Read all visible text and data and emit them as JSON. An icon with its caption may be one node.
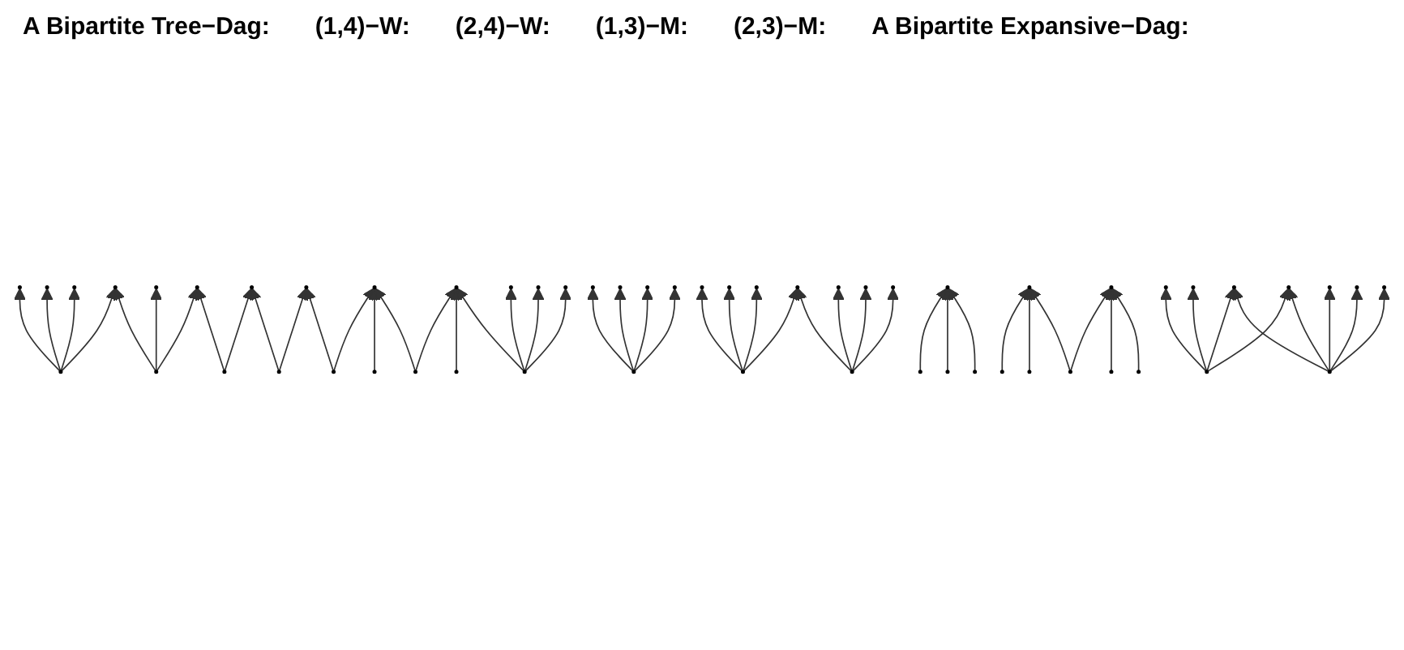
{
  "diagram": {
    "nodes": [
      {
        "text": [],
        "shape": "circle"
      },
      {
        "text": [],
        "shape": "circle"
      },
      {
        "text": [],
        "shape": "circle"
      },
      {
        "text": [],
        "shape": "circle"
      },
      {
        "text": [],
        "shape": "circle"
      },
      {
        "text": [],
        "shape": "circle"
      },
      {
        "text": [],
        "shape": "circle"
      },
      {
        "text": [],
        "shape": "circle"
      },
      {
        "text": [],
        "shape": "circle"
      },
      {
        "text": [],
        "shape": "circle"
      },
      {
        "text": [],
        "shape": "circle"
      },
      {
        "text": [],
        "shape": "circle"
      },
      {
        "text": [],
        "shape": "circle"
      },
      {
        "text": [],
        "shape": "circle"
      },
      {
        "text": [],
        "shape": "circle"
      },
      {
        "text": [],
        "shape": "circle"
      },
      {
        "text": [],
        "shape": "circle"
      },
      {
        "text": [],
        "shape": "circle"
      },
      {
        "text": [],
        "shape": "circle"
      },
      {
        "text": [],
        "shape": "circle"
      },
      {
        "text": [],
        "shape": "circle"
      },
      {
        "text": [],
        "shape": "circle"
      },
      {
        "text": [],
        "shape": "circle"
      },
      {
        "text": [],
        "shape": "circle"
      },
      {
        "text": [],
        "shape": "circle"
      },
      {
        "text": [],
        "shape": "circle"
      },
      {
        "text": [],
        "shape": "circle"
      },
      {
        "text": [],
        "shape": "circle"
      },
      {
        "text": [],
        "shape": "circle"
      },
      {
        "text": [],
        "shape": "circle"
      },
      {
        "text": [],
        "shape": "circle"
      },
      {
        "text": [],
        "shape": "circle"
      },
      {
        "text": [],
        "shape": "circle"
      },
      {
        "text": [],
        "shape": "circle"
      },
      {
        "text": [],
        "shape": "circle"
      },
      {
        "text": [],
        "shape": "circle"
      },
      {
        "text": [],
        "shape": "circle"
      },
      {
        "text": [],
        "shape": "circle"
      },
      {
        "text": [],
        "shape": "circle"
      },
      {
        "text": [],
        "shape": "circle"
      },
      {
        "text": [],
        "shape": "circle"
      },
      {
        "text": [],
        "shape": "circle"
      },
      {
        "text": [],
        "shape": "circle"
      },
      {
        "text": [],
        "shape": "circle"
      },
      {
        "text": [],
        "shape": "circle"
      },
      {
        "text": [],
        "shape": "circle"
      },
      {
        "text": [],
        "shape": "circle"
      },
      {
        "text": [],
        "shape": "circle"
      },
      {
        "text": [],
        "shape": "circle"
      },
      {
        "text": [],
        "shape": "circle"
      },
      {
        "text": [],
        "shape": "circle"
      },
      {
        "text": [],
        "shape": "circle"
      },
      {
        "text": [],
        "shape": "circle"
      },
      {
        "text": [],
        "shape": "circle"
      },
      {
        "text": [],
        "shape": "circle"
      },
      {
        "text": [],
        "shape": "circle"
      }
    ],
    "edges": [
      {
        "from": 13,
        "to": 0,
        "arrow": "to"
      },
      {
        "from": 13,
        "to": 1,
        "arrow": "to"
      },
      {
        "from": 13,
        "to": 2,
        "arrow": "to"
      },
      {
        "from": 13,
        "to": 3,
        "arrow": "to"
      },
      {
        "from": 14,
        "to": 3,
        "arrow": "to"
      },
      {
        "from": 14,
        "to": 4,
        "arrow": "to"
      },
      {
        "from": 14,
        "to": 5,
        "arrow": "to"
      },
      {
        "from": 15,
        "to": 5,
        "arrow": "to"
      },
      {
        "from": 15,
        "to": 6,
        "arrow": "to"
      },
      {
        "from": 16,
        "to": 6,
        "arrow": "to"
      },
      {
        "from": 16,
        "to": 7,
        "arrow": "to"
      },
      {
        "from": 17,
        "to": 7,
        "arrow": "to"
      },
      {
        "from": 17,
        "to": 8,
        "arrow": "to"
      },
      {
        "from": 18,
        "to": 8,
        "arrow": "to"
      },
      {
        "from": 19,
        "to": 8,
        "arrow": "to"
      },
      {
        "from": 19,
        "to": 9,
        "arrow": "to"
      },
      {
        "from": 20,
        "to": 9,
        "arrow": "to"
      },
      {
        "from": 21,
        "to": 9,
        "arrow": "to"
      },
      {
        "from": 21,
        "to": 10,
        "arrow": "to"
      },
      {
        "from": 21,
        "to": 11,
        "arrow": "to"
      },
      {
        "from": 21,
        "to": 12,
        "arrow": "to"
      },
      {
        "from": 26,
        "to": 22,
        "arrow": "to"
      },
      {
        "from": 26,
        "to": 23,
        "arrow": "to"
      },
      {
        "from": 26,
        "to": 24,
        "arrow": "to"
      },
      {
        "from": 26,
        "to": 25,
        "arrow": "to"
      },
      {
        "from": 34,
        "to": 27,
        "arrow": "to"
      },
      {
        "from": 34,
        "to": 28,
        "arrow": "to"
      },
      {
        "from": 34,
        "to": 29,
        "arrow": "to"
      },
      {
        "from": 34,
        "to": 30,
        "arrow": "to"
      },
      {
        "from": 35,
        "to": 30,
        "arrow": "to"
      },
      {
        "from": 35,
        "to": 31,
        "arrow": "to"
      },
      {
        "from": 35,
        "to": 32,
        "arrow": "to"
      },
      {
        "from": 35,
        "to": 33,
        "arrow": "to"
      },
      {
        "from": 37,
        "to": 36,
        "arrow": "to"
      },
      {
        "from": 38,
        "to": 36,
        "arrow": "to"
      },
      {
        "from": 39,
        "to": 36,
        "arrow": "to"
      },
      {
        "from": 42,
        "to": 40,
        "arrow": "to"
      },
      {
        "from": 43,
        "to": 40,
        "arrow": "to"
      },
      {
        "from": 44,
        "to": 40,
        "arrow": "to"
      },
      {
        "from": 44,
        "to": 41,
        "arrow": "to"
      },
      {
        "from": 45,
        "to": 41,
        "arrow": "to"
      },
      {
        "from": 46,
        "to": 41,
        "arrow": "to"
      },
      {
        "from": 54,
        "to": 47,
        "arrow": "to"
      },
      {
        "from": 54,
        "to": 48,
        "arrow": "to"
      },
      {
        "from": 54,
        "to": 49,
        "arrow": "to"
      },
      {
        "from": 54,
        "to": 50,
        "arrow": "to"
      },
      {
        "from": 55,
        "to": 49,
        "arrow": "to"
      },
      {
        "from": 55,
        "to": 50,
        "arrow": "to"
      },
      {
        "from": 55,
        "to": 51,
        "arrow": "to"
      },
      {
        "from": 55,
        "to": 52,
        "arrow": "to"
      },
      {
        "from": 55,
        "to": 53,
        "arrow": "to"
      }
    ],
    "labels": [
      "A Bipartite Tree−Dag:",
      "(1,4)−W:",
      "(2,4)−W:",
      "(1,3)−M:",
      "(2,3)−M:",
      "A Bipartite Expansive−Dag:"
    ]
  }
}
